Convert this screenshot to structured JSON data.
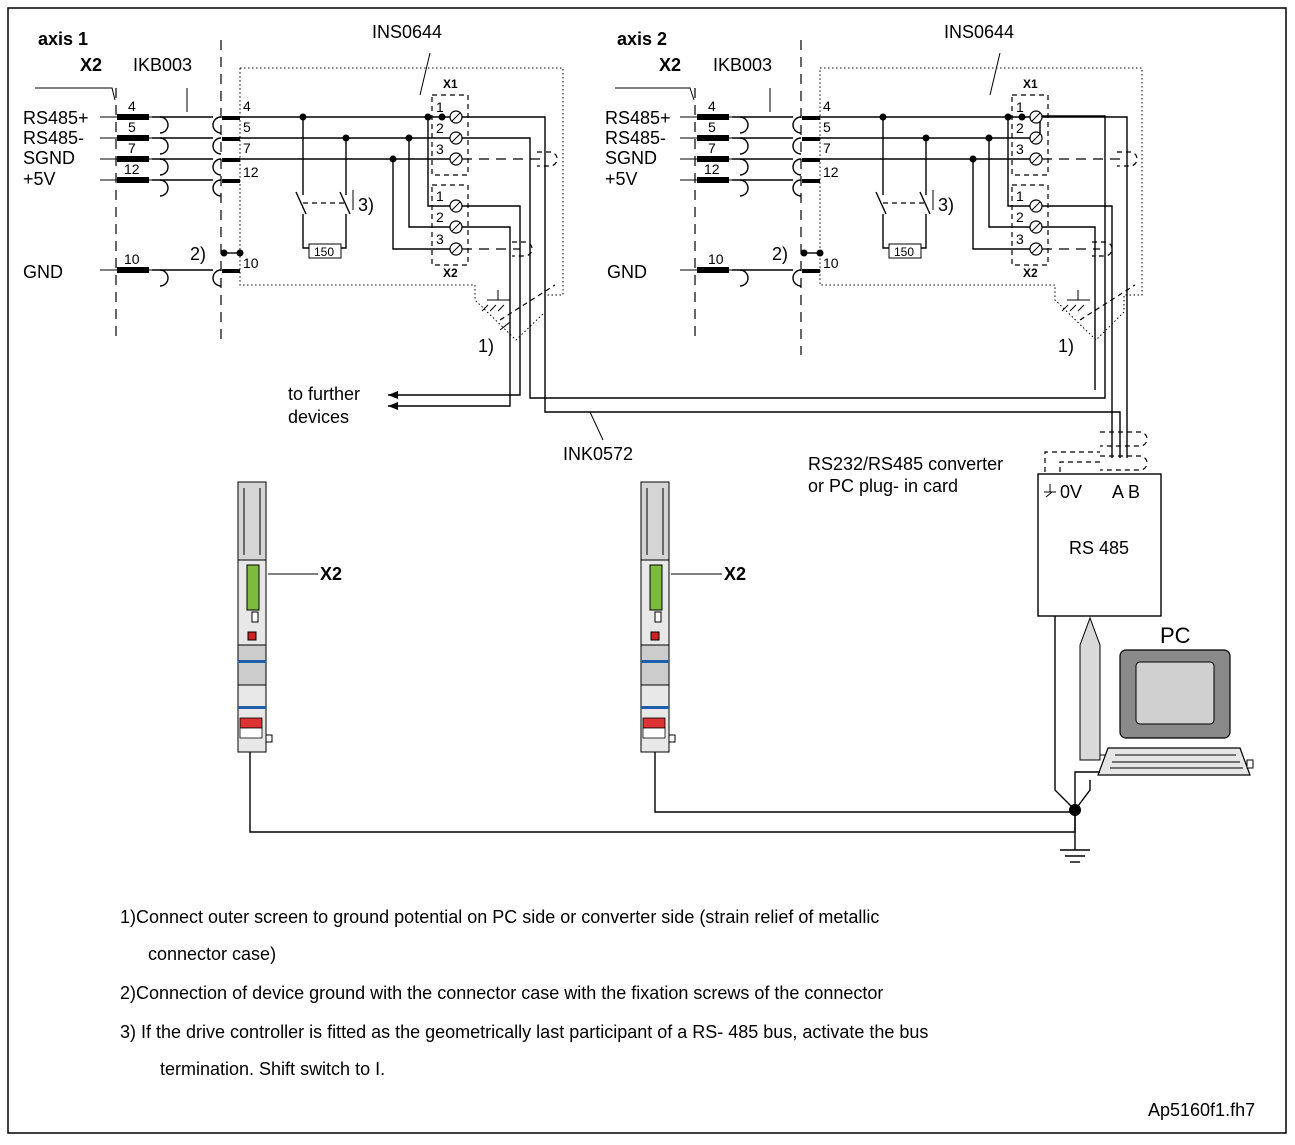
{
  "axes": [
    {
      "title": "axis 1",
      "connector": "X2",
      "cable": "IKB003",
      "module": "INS0644"
    },
    {
      "title": "axis 2",
      "connector": "X2",
      "cable": "IKB003",
      "module": "INS0644"
    }
  ],
  "signals": [
    {
      "name": "RS485+",
      "pin": "4"
    },
    {
      "name": "RS485-",
      "pin": "5"
    },
    {
      "name": "SGND",
      "pin": "7"
    },
    {
      "name": "+5V",
      "pin": "12"
    },
    {
      "name": "GND",
      "pin": "10"
    }
  ],
  "terminal_labels": {
    "x1": "X1",
    "x2": "X2",
    "numbers": [
      "1",
      "2",
      "3"
    ],
    "resistor": "150"
  },
  "footnote_markers": {
    "one": "1)",
    "two": "2)",
    "three": "3)"
  },
  "further_devices": [
    "to further",
    "devices"
  ],
  "bus_cable": "INK0572",
  "converter": {
    "caption": [
      "RS232/RS485 converter",
      "or PC plug- in card"
    ],
    "pins": "0V",
    "pins_ab": "A B",
    "name": "RS 485"
  },
  "pc_label": "PC",
  "drive_connector_label": "X2",
  "notes": [
    "1)Connect outer screen to ground potential on PC side or converter side (strain relief of metallic",
    "connector case)",
    "2)Connection of device ground with the connector case with the fixation screws of the connector",
    "3) If the drive controller is fitted as the geometrically last participant of a RS- 485 bus, activate the bus",
    "termination. Shift switch to I."
  ],
  "figure_id": "Ap5160f1.fh7"
}
